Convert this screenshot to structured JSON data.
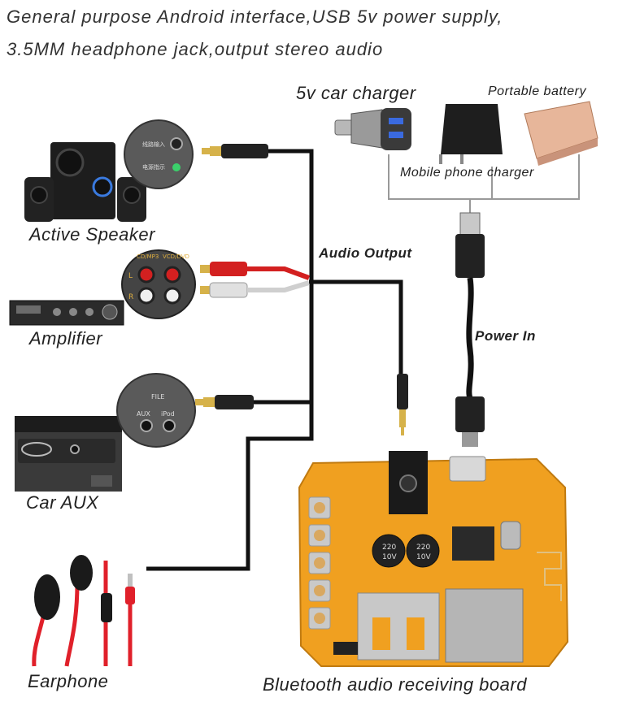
{
  "heading": {
    "line1": "General purpose Android interface,USB 5v power supply,",
    "line2": "3.5MM headphone jack,output stereo audio"
  },
  "power_sources": {
    "car_charger": "5v car charger",
    "portable_battery": "Portable battery",
    "phone_charger": "Mobile phone charger"
  },
  "devices": {
    "active_speaker": "Active Speaker",
    "amplifier": "Amplifier",
    "car_aux": "Car AUX",
    "earphone": "Earphone"
  },
  "connections": {
    "audio_output": "Audio Output",
    "power_in": "Power In"
  },
  "board": {
    "name": "Bluetooth audio receiving board",
    "cap_labels": [
      "220",
      "10V"
    ]
  },
  "jack_labels": {
    "line_in": "线路输入",
    "power_indicator": "电源指示",
    "cd_mp3": "CD/MP3",
    "vcd_dvd": "VCD/DVD",
    "left": "L",
    "right": "R",
    "file": "FILE",
    "aux": "AUX",
    "ipod": "iPod"
  },
  "colors": {
    "board": "#f0a020",
    "cable": "#111111",
    "rca_red": "#d32020",
    "rca_white": "#e8e8e8",
    "earphone_red": "#e0202a"
  }
}
